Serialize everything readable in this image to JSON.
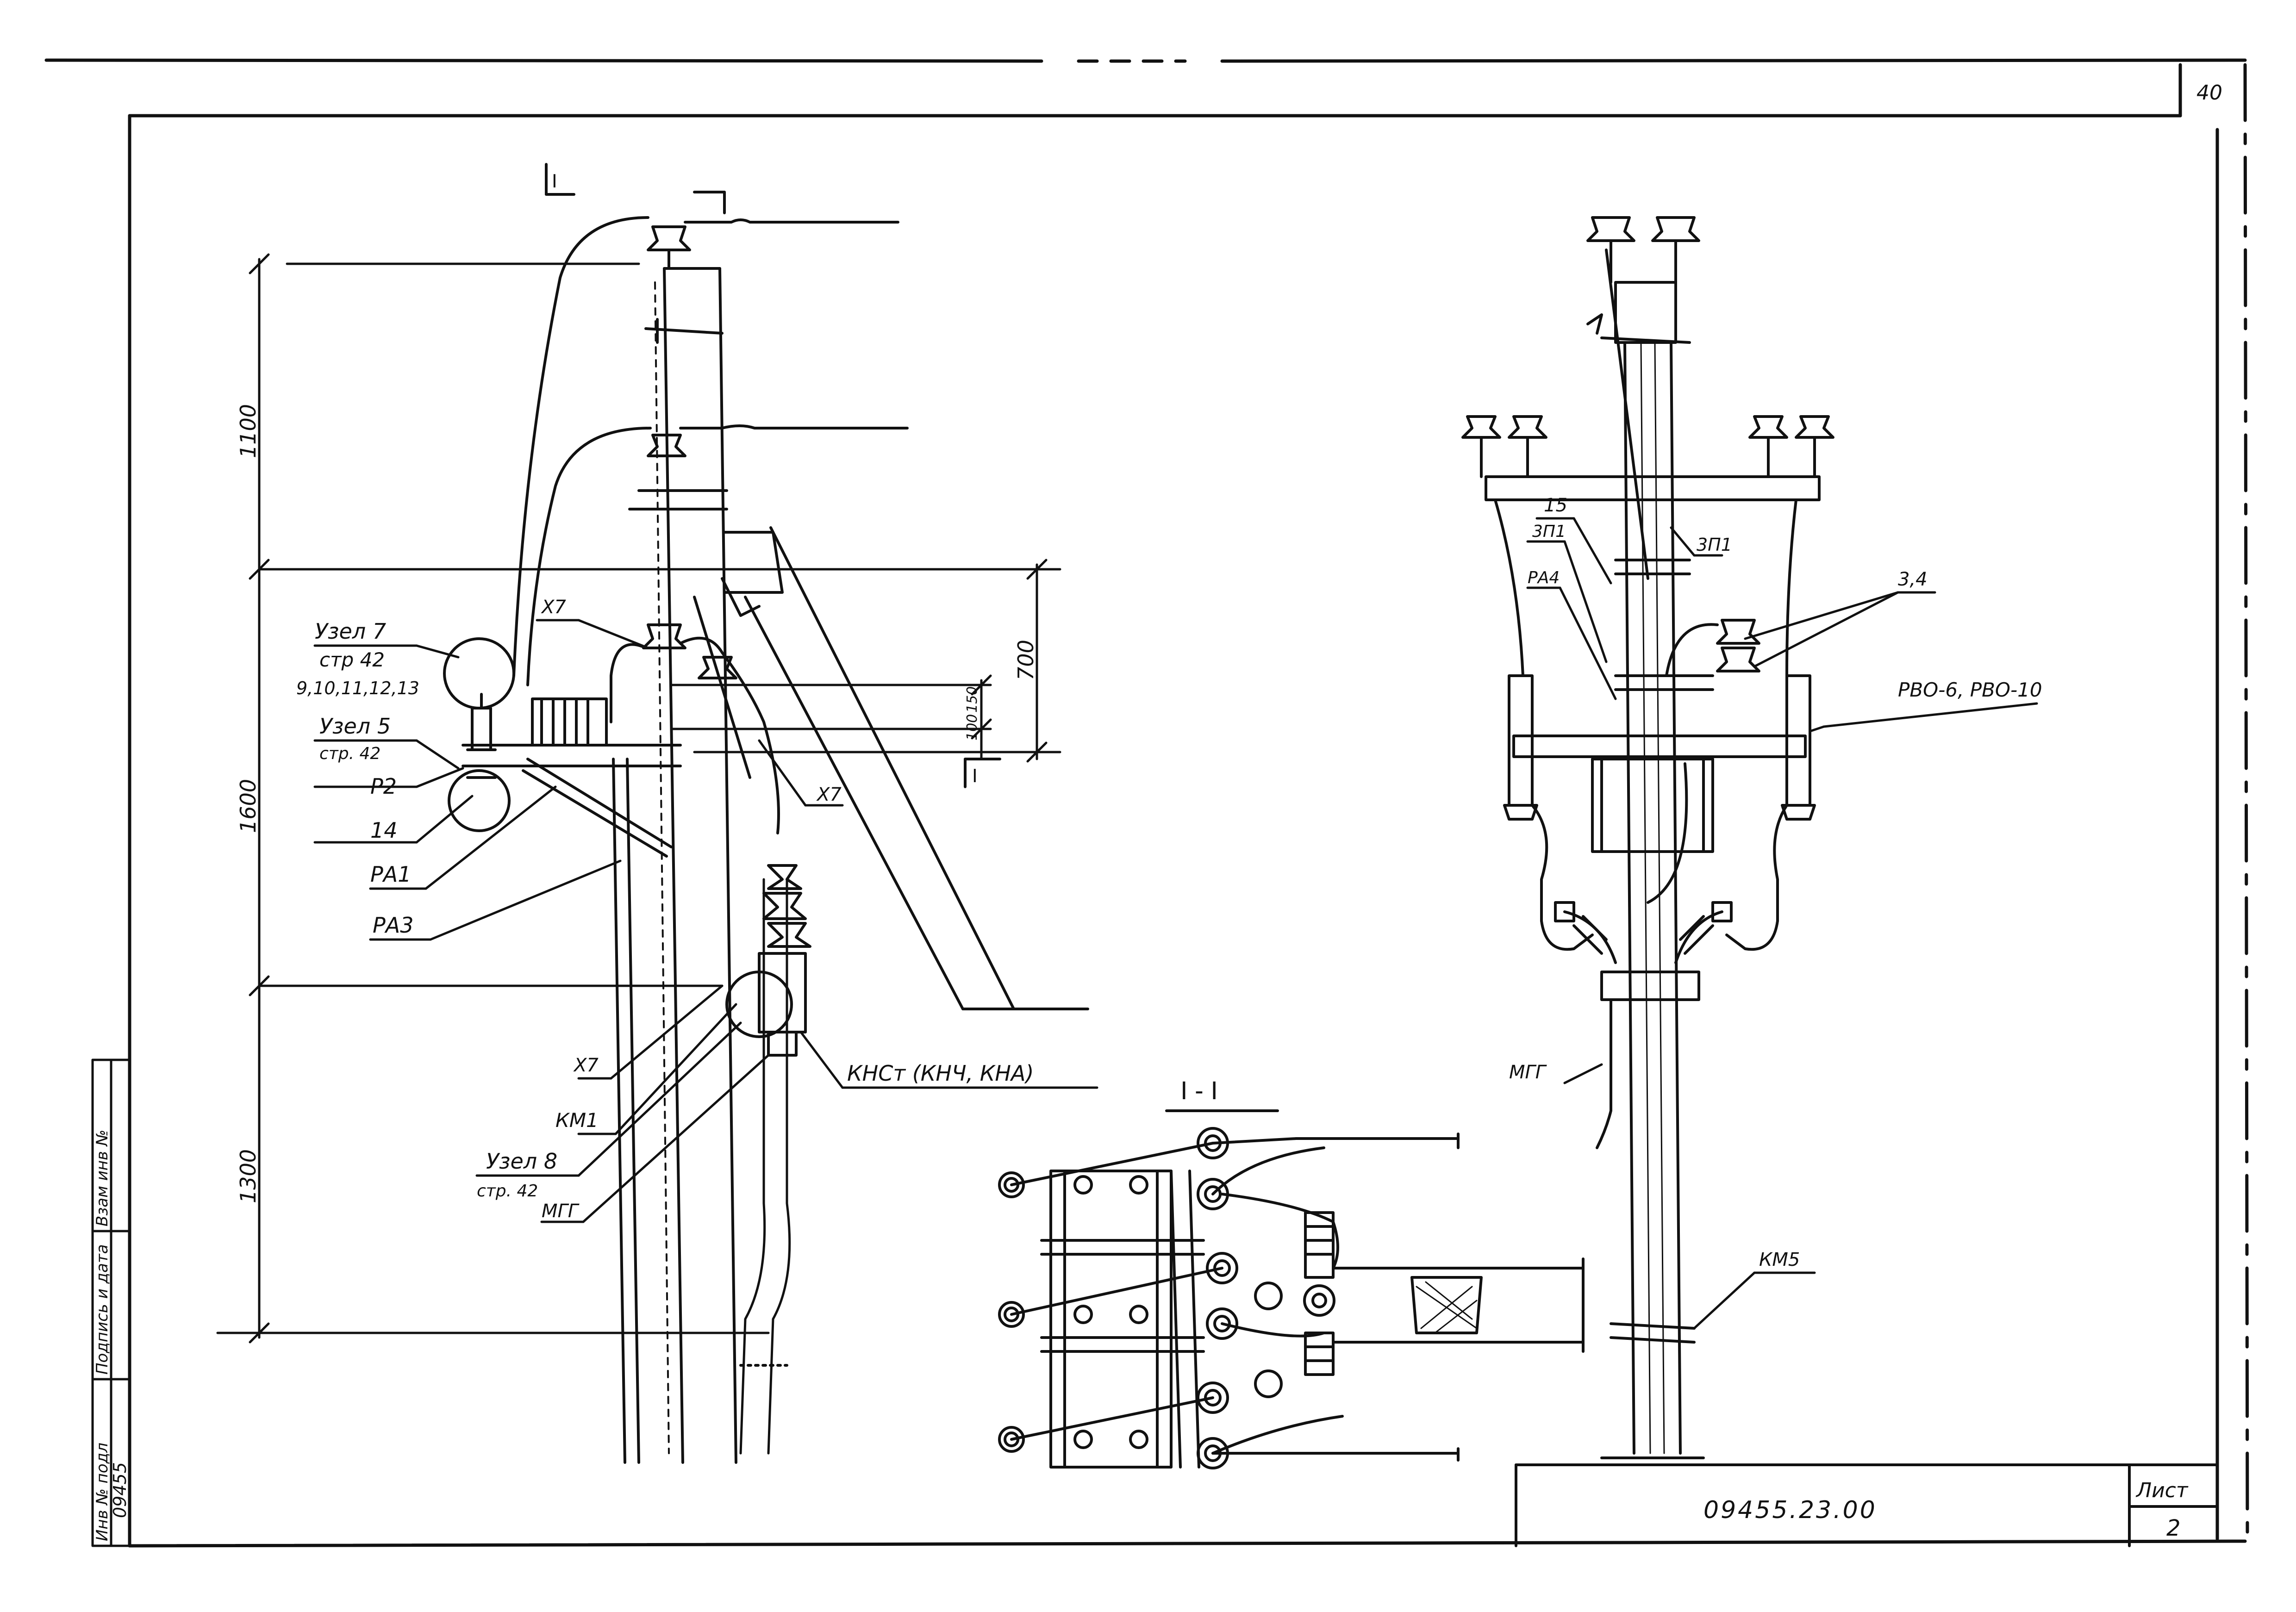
{
  "sheet": {
    "page_number": "40",
    "drawing_number": "09455.23.00",
    "sheet_label": "Лист",
    "sheet_number": "2"
  },
  "stamp": {
    "inv_label": "Инв № подл",
    "sign_label": "Подпись и дата",
    "replace_label": "Взам инв №",
    "inv_value": "09455"
  },
  "section": {
    "marker_top": "I",
    "marker_mid": "I",
    "title": "I - I"
  },
  "dimensions": {
    "d1100": "1100",
    "d1600": "1600",
    "d1300": "1300",
    "d700": "700",
    "d150": "150",
    "d100": "100"
  },
  "side_labels": {
    "uzel7": "Узел 7",
    "uzel7_page": "стр 42",
    "uzel7_items": "9,10,11,12,13",
    "uzel5": "Узел 5",
    "uzel5_page": "стр. 42",
    "p2": "Р2",
    "n14": "14",
    "pa1": "РА1",
    "pa3": "РА3",
    "x7_top": "Х7",
    "x7_right": "Х7",
    "x7_low": "Х7",
    "km1": "КМ1",
    "uzel8": "Узел 8",
    "uzel8_page": "стр. 42",
    "mgg": "МГГ",
    "khs": "КНСт (КНЧ, КНА)"
  },
  "front_labels": {
    "n15": "15",
    "zp1_left": "3П1",
    "pa4": "РА4",
    "zp1_right": "3П1",
    "n34": "3,4",
    "rvo": "РВО-6, РВО-10",
    "mgg": "МГГ",
    "km5": "КМ5"
  }
}
